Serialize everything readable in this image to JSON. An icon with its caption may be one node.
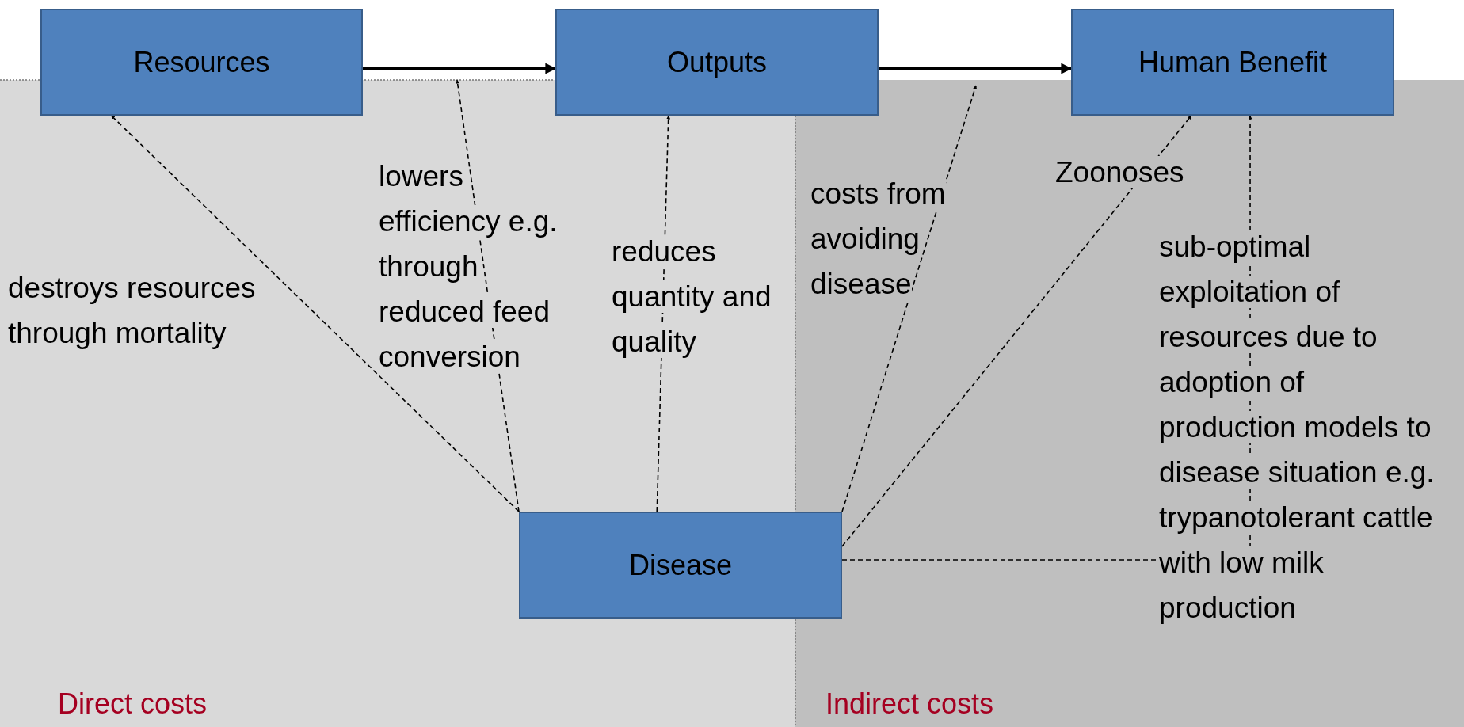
{
  "diagram": {
    "nodes": [
      {
        "text": [
          "Resources"
        ]
      },
      {
        "text": [
          "Outputs"
        ]
      },
      {
        "text": [
          "Human Benefit"
        ]
      },
      {
        "text": [
          "Disease"
        ]
      }
    ],
    "edges": [
      {
        "from": 0,
        "to": 1,
        "arrow": "to"
      },
      {
        "from": 1,
        "to": 2,
        "arrow": "to"
      },
      {
        "from": 3,
        "to": 0,
        "arrow": "to",
        "style": "dashed",
        "label": "destroys resources through mortality"
      },
      {
        "from": 3,
        "to": null,
        "arrow": "to",
        "style": "dashed",
        "label": "lowers efficiency e.g. through reduced feed conversion"
      },
      {
        "from": 3,
        "to": 1,
        "arrow": "to",
        "style": "dashed",
        "label": "reduces quantity and quality"
      },
      {
        "from": 3,
        "to": null,
        "arrow": "to",
        "style": "dashed",
        "label": "costs from avoiding disease"
      },
      {
        "from": 3,
        "to": 2,
        "arrow": "to",
        "style": "dashed",
        "label": "Zoonoses"
      },
      {
        "from": 3,
        "to": 2,
        "arrow": "to",
        "style": "dashed",
        "label": "sub-optimal exploitation of resources due to adoption of production models to disease situation e.g. trypanotolerant cattle with low milk production"
      }
    ],
    "labels": [
      "Direct costs",
      "Indirect costs"
    ]
  }
}
